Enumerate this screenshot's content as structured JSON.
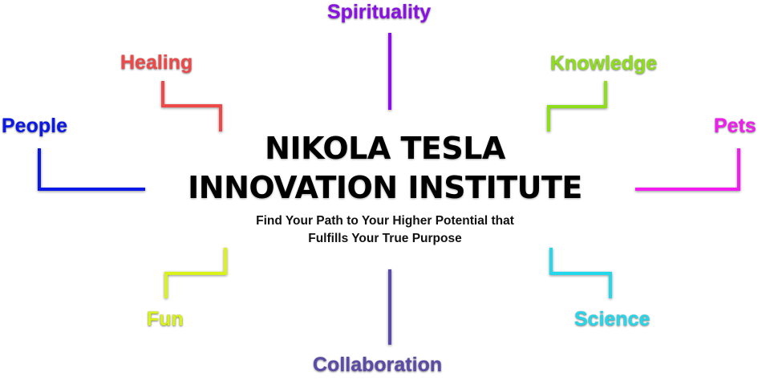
{
  "title": {
    "line1": "NIKOLA TESLA",
    "line2": "INNOVATION INSTITUTE"
  },
  "subtitle": {
    "line1": "Find Your Path to Your Higher Potential that",
    "line2": "Fulfills Your True Purpose"
  },
  "nodes": {
    "spirituality": {
      "label": "Spirituality",
      "color": "#8b10e8"
    },
    "healing": {
      "label": "Healing",
      "color": "#ef4848"
    },
    "knowledge": {
      "label": "Knowledge",
      "color": "#8ede1c"
    },
    "people": {
      "label": "People",
      "color": "#0a18e8"
    },
    "pets": {
      "label": "Pets",
      "color": "#f21cf0"
    },
    "fun": {
      "label": "Fun",
      "color": "#d9f21a"
    },
    "science": {
      "label": "Science",
      "color": "#22d8ea"
    },
    "collaboration": {
      "label": "Collaboration",
      "color": "#5b4aa8"
    }
  }
}
